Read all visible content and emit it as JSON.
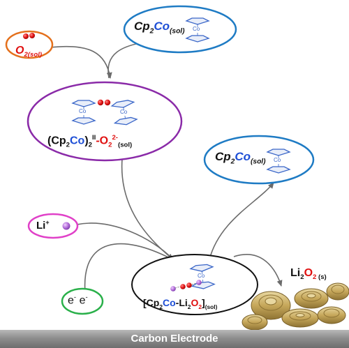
{
  "nodes": {
    "o2_sol": {
      "species": "O",
      "sub1": "2",
      "sub2": "(sol)"
    },
    "cp2co_top": {
      "pre": "Cp",
      "sub1": "2",
      "metal": "Co",
      "sub2": "(sol)"
    },
    "peroxo": {
      "open": "(Cp",
      "sub1": "2",
      "metal": "Co",
      "close": ")",
      "sub2": "2",
      "sup1": "II",
      "dash": "-O",
      "sub3": "2",
      "sup2": "2-",
      "sub4": "(sol)"
    },
    "cp2co_right": {
      "pre": "Cp",
      "sub1": "2",
      "metal": "Co",
      "sub2": "(sol)"
    },
    "li_ion": {
      "species": "Li",
      "sup": "+"
    },
    "electrons": {
      "e1": "e",
      "sup1": "-",
      "e2": "e",
      "sup2": "-"
    },
    "complex": {
      "open": "[Cp",
      "sub1": "2",
      "metal": "Co",
      "dash": "-Li",
      "sub2": "2",
      "oxy": "O",
      "sub3": "2",
      "close": "]",
      "sub4": "(sol)"
    },
    "li2o2": {
      "li": "Li",
      "sub1": "2",
      "oxy": "O",
      "sub2": "2",
      "sub3": " (s)"
    }
  },
  "metal_labels": {
    "co": "Co"
  },
  "electrode": {
    "label": "Carbon Electrode"
  },
  "colors": {
    "o2_border": "#e4701c",
    "cp2co_border": "#1e7bc4",
    "peroxo_border": "#8a2aa8",
    "li_border": "#e040c8",
    "li_sphere": "#b06ad8",
    "electron_border": "#2ab04a",
    "complex_border": "#111111",
    "oxygen": "#e01010",
    "cobalt": "#1e4fd6",
    "ring": "#3a66c8",
    "arrow": "#6b6b6b",
    "electrode": "#8c8c8c",
    "disc": "#c8aa5a"
  }
}
